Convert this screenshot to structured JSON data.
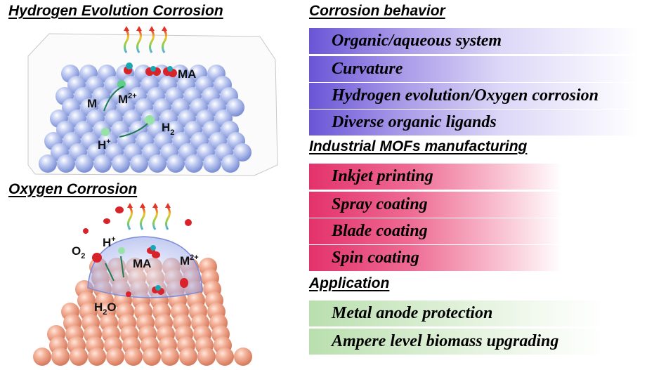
{
  "left_panel": {
    "hydrogen": {
      "title": "Hydrogen Evolution Corrosion",
      "labels": {
        "m": "M",
        "m2plus": "M",
        "m2plus_sup": "2+",
        "ma": "MA",
        "h2": "H",
        "h2_sub": "2",
        "hplus": "H",
        "hplus_sup": "+"
      }
    },
    "oxygen": {
      "title": "Oxygen Corrosion",
      "labels": {
        "o2": "O",
        "o2_sub": "2",
        "hplus": "H",
        "hplus_sup": "+",
        "ma": "MA",
        "m2plus": "M",
        "m2plus_sup": "2+",
        "h2o_h": "H",
        "h2o_sub": "2",
        "h2o_o": "O"
      }
    }
  },
  "right_panel": {
    "corrosion_behavior": {
      "title": "Corrosion behavior",
      "items": [
        "Organic/aqueous system",
        "Curvature",
        "Hydrogen evolution/Oxygen corrosion",
        "Diverse organic ligands"
      ]
    },
    "industrial": {
      "title": "Industrial MOFs manufacturing",
      "items": [
        "Inkjet printing",
        "Spray coating",
        "Blade coating",
        "Spin coating"
      ]
    },
    "application": {
      "title": "Application",
      "items": [
        "Metal anode protection",
        "Ampere level biomass upgrading"
      ]
    }
  },
  "colors": {
    "purple_bar": "#6a55d6",
    "pink_bar": "#e3326b",
    "green_bar": "#b9dfae",
    "blue_sphere": "#a9b8ea",
    "orange_sphere": "#f0a78e"
  }
}
